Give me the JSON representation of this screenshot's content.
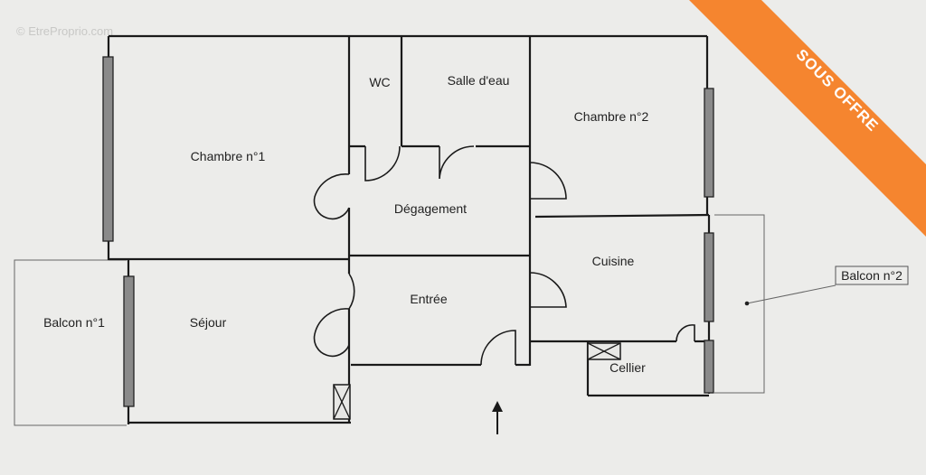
{
  "watermark": "© EtreProprio.com",
  "banner": {
    "text": "SOUS OFFRE",
    "color": "#f5852f"
  },
  "rooms": {
    "chambre1": "Chambre n°1",
    "wc": "WC",
    "salle_eau": "Salle d'eau",
    "chambre2": "Chambre n°2",
    "degagement": "Dégagement",
    "cuisine": "Cuisine",
    "balcon1": "Balcon n°1",
    "sejour": "Séjour",
    "entree": "Entrée",
    "cellier": "Cellier",
    "balcon2": "Balcon n°2"
  },
  "icons": {
    "entrance": "arrow-up-icon",
    "duct": "ventilation-duct-icon"
  }
}
